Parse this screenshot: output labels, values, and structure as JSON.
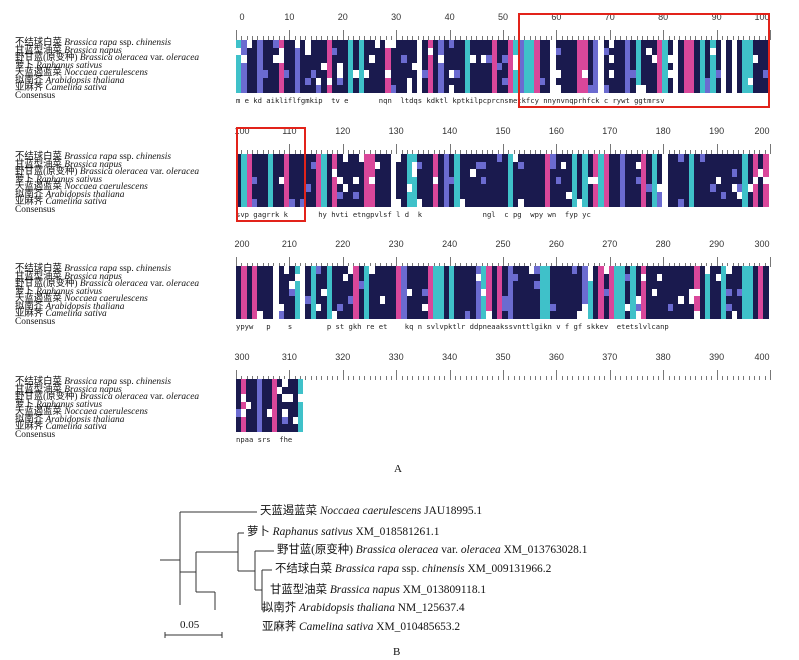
{
  "alignment": {
    "species": [
      {
        "cn": "不结球白菜",
        "sp": "Brassica rapa",
        "suffix": " ssp. ",
        "sp2": "chinensis"
      },
      {
        "cn": "甘蓝型油菜",
        "sp": "Brassica napus",
        "suffix": "",
        "sp2": ""
      },
      {
        "cn": "野甘蓝(原变种)",
        "sp": "Brassica oleracea",
        "suffix": " var. ",
        "sp2": "oleracea"
      },
      {
        "cn": "萝卜",
        "sp": "Raphanus sativus",
        "suffix": "",
        "sp2": ""
      },
      {
        "cn": "天蓝遏蓝菜",
        "sp": "Noccaea caerulescens",
        "suffix": "",
        "sp2": ""
      },
      {
        "cn": "拟南芥",
        "sp": "Arabidopsis thaliana",
        "suffix": "",
        "sp2": ""
      },
      {
        "cn": "亚麻荠",
        "sp": "Camelina sativa",
        "suffix": "",
        "sp2": ""
      }
    ],
    "consensus_label": "Consensus",
    "blocks": [
      {
        "ticks": [
          "0",
          "10",
          "20",
          "30",
          "40",
          "50",
          "60",
          "70",
          "80",
          "90",
          "100"
        ],
        "consensus": "m e kd aikliflfgmkip  tv e       nqn  ltdqs kdktl kptkilpcprcnsmetkfcy nnynvnqprhfck c rywt ggtmrsv"
      },
      {
        "ticks": [
          "100",
          "110",
          "120",
          "130",
          "140",
          "150",
          "160",
          "170",
          "180",
          "190",
          "200"
        ],
        "consensus": "svp gagrrk k       hy hvti etngpvlsf l d  k              ngl  c pg  wpy wn  fyp yc"
      },
      {
        "ticks": [
          "200",
          "210",
          "220",
          "230",
          "240",
          "250",
          "260",
          "270",
          "280",
          "290",
          "300"
        ],
        "consensus": "ypyw   p    s        p st gkh re et    kq n svlvpktlr ddpneaakssvnttlgikn v f gf skkev  etetslvlcanp"
      },
      {
        "ticks": [
          "300",
          "310",
          "320",
          "330",
          "340",
          "350",
          "360",
          "370",
          "380",
          "390",
          "400"
        ],
        "consensus": "npaa srs  fhe"
      }
    ],
    "colors": {
      "identical": "#1a1a4e",
      "high": "#d9479a",
      "partial": "#3fc1c9",
      "mid": "#6b6bd0",
      "none": "#ffffff",
      "highlight_box": "#e2231a"
    }
  },
  "panel_a_label": "A",
  "panel_b_label": "B",
  "tree": {
    "leaves": [
      {
        "cn": "天蓝遏蓝菜",
        "sp": "Noccaea caerulescens",
        "mid": "",
        "sp2": "",
        "acc": "JAU18995.1"
      },
      {
        "cn": "萝卜",
        "sp": "Raphanus sativus",
        "mid": "",
        "sp2": "",
        "acc": "XM_018581261.1"
      },
      {
        "cn": "野甘蓝(原变种)",
        "sp": "Brassica oleracea",
        "mid": " var. ",
        "sp2": "oleracea",
        "acc": "XM_013763028.1"
      },
      {
        "cn": "不结球白菜",
        "sp": "Brassica rapa",
        "mid": " ssp. ",
        "sp2": "chinensis",
        "acc": "XM_009131966.2"
      },
      {
        "cn": "甘蓝型油菜",
        "sp": "Brassica napus",
        "mid": "",
        "sp2": "",
        "acc": "XM_013809118.1"
      },
      {
        "cn": "拟南芥",
        "sp": "Arabidopsis thaliana",
        "mid": "",
        "sp2": "",
        "acc": "NM_125637.4"
      },
      {
        "cn": "亚麻荠",
        "sp": "Camelina sativa",
        "mid": "",
        "sp2": "",
        "acc": "XM_010485653.2"
      }
    ],
    "scale_bar_label": "0.05"
  }
}
